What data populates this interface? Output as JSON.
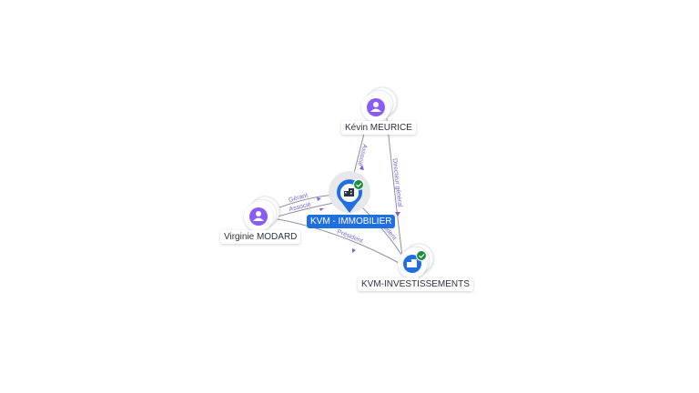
{
  "colors": {
    "person": "#8a5cf6",
    "company": "#1f6fe0",
    "verified": "#1e8e3e",
    "edge": "#8b929c",
    "edge_label": "#7a62d8"
  },
  "nodes": {
    "kevin": {
      "label": "Kévin MEURICE",
      "type": "person",
      "icon": "person-icon"
    },
    "virginie": {
      "label": "Virginie MODARD",
      "type": "person",
      "icon": "person-icon"
    },
    "kvm_immo": {
      "label": "KVM - IMMOBILIER",
      "type": "company",
      "icon": "building-icon",
      "verified": true,
      "focus": true
    },
    "kvm_inv": {
      "label": "KVM-INVESTISSEMENTS",
      "type": "company",
      "icon": "building-icon",
      "verified": true
    }
  },
  "edges": [
    {
      "from": "kevin",
      "to": "kvm_immo",
      "label": "Associé"
    },
    {
      "from": "kevin",
      "to": "kvm_inv",
      "label": "Directeur général"
    },
    {
      "from": "virginie",
      "to": "kvm_immo",
      "label": "Gérant"
    },
    {
      "from": "virginie",
      "to": "kvm_immo",
      "label": "Associé"
    },
    {
      "from": "virginie",
      "to": "kvm_inv",
      "label": "Président"
    },
    {
      "from": "kvm_immo",
      "to": "kvm_inv",
      "label": "Président"
    }
  ]
}
